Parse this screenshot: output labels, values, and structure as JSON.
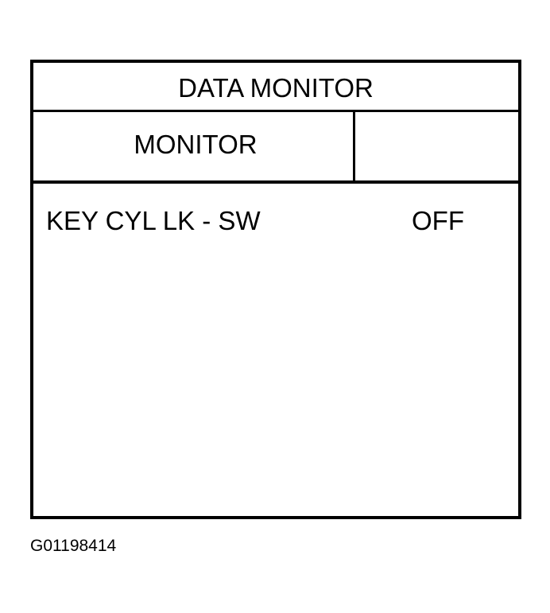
{
  "screen": {
    "title": "DATA MONITOR",
    "column_header_left": "MONITOR",
    "column_header_right": "",
    "rows": [
      {
        "item": "KEY CYL LK - SW",
        "value": "OFF"
      }
    ]
  },
  "figure_code": "G01198414"
}
